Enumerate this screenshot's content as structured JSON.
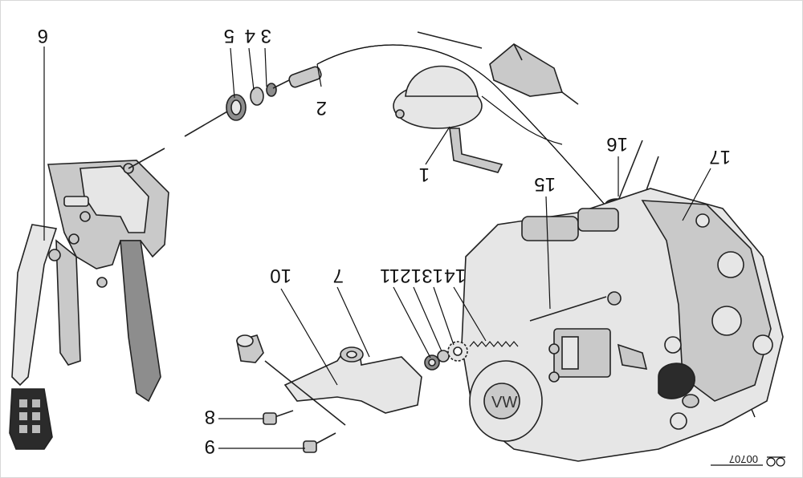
{
  "diagram": {
    "callouts": [
      {
        "id": "c1",
        "label": "1"
      },
      {
        "id": "c2",
        "label": "2"
      },
      {
        "id": "c3",
        "label": "3"
      },
      {
        "id": "c4",
        "label": "4"
      },
      {
        "id": "c5",
        "label": "5"
      },
      {
        "id": "c6",
        "label": "6"
      },
      {
        "id": "c7",
        "label": "7"
      },
      {
        "id": "c8",
        "label": "8"
      },
      {
        "id": "c9",
        "label": "9"
      },
      {
        "id": "c10",
        "label": "10"
      },
      {
        "id": "c11",
        "label": "11"
      },
      {
        "id": "c12",
        "label": "12"
      },
      {
        "id": "c13",
        "label": "13"
      },
      {
        "id": "c14",
        "label": "14"
      },
      {
        "id": "c15",
        "label": "15"
      },
      {
        "id": "c16",
        "label": "16"
      },
      {
        "id": "c17",
        "label": "17"
      }
    ],
    "figure_code": "00707"
  }
}
